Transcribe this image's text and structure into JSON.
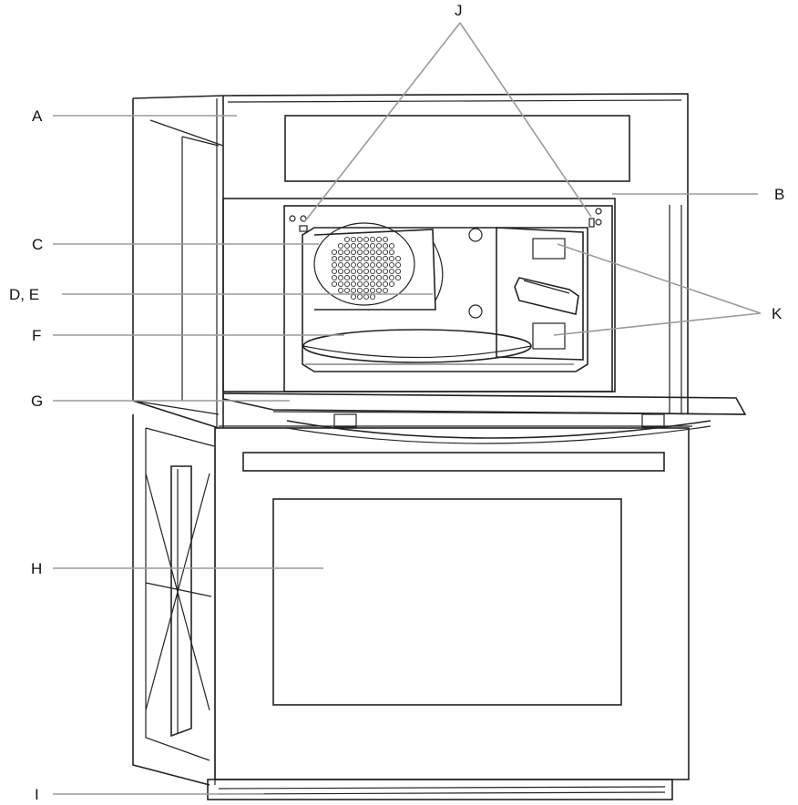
{
  "diagram": {
    "labels": {
      "a": "A",
      "b": "B",
      "c": "C",
      "de": "D, E",
      "f": "F",
      "g": "G",
      "h": "H",
      "i": "I",
      "j": "J",
      "k": "K"
    }
  }
}
